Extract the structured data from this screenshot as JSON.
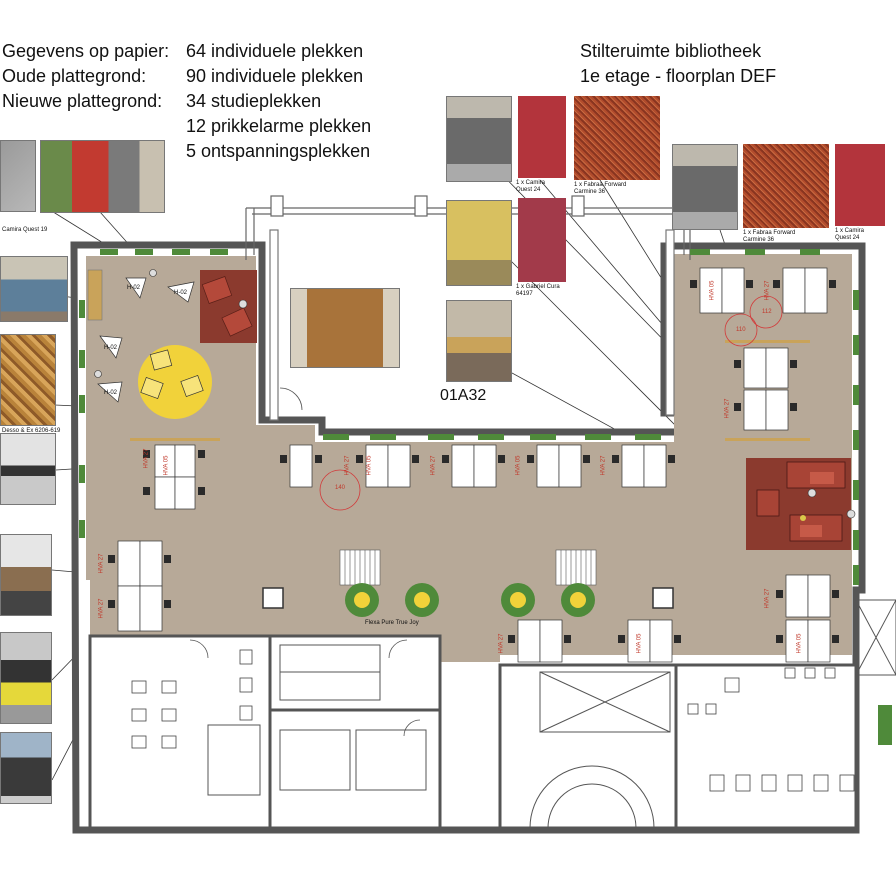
{
  "header": {
    "left_labels": [
      "Gegevens op papier:",
      "Oude plattegrond:",
      "Nieuwe plattegrond:"
    ],
    "left_values": [
      "64 individuele plekken",
      "90 individuele plekken",
      "34 studieplekken",
      "12 prikkelarme plekken",
      "5 ontspanningsplekken"
    ],
    "right_title": "Stilteruimte bibliotheek",
    "right_subtitle": "1e etage - floorplan DEF"
  },
  "swatches": {
    "camira_quest_left": "Camira Quest 19",
    "desso": "Desso & Ex 6206-619",
    "camira_quest_24_a": "1 x Camira\nQuest 24",
    "fabraa_forward_a": "1 x Fabraa Forward\nCarmine 36",
    "gabriel_cura": "1 x Gabriel Cura\n64197",
    "fabraa_forward_b": "1 x Fabraa Forward\nCarmine 36",
    "camira_quest_24_b": "1 x Camira\nQuest 24"
  },
  "plan": {
    "room_code": "01A32",
    "planter_label": "Flexa Pure True Joy",
    "chair_labels": [
      "H-02",
      "H-02",
      "H-02",
      "H-02"
    ],
    "circle_labels": [
      "140",
      "110",
      "112"
    ],
    "desk_codes": [
      "HVA 27",
      "HVA 05"
    ]
  },
  "colors": {
    "floor": "#b7a998",
    "wall": "#8a8a8a",
    "lounge": "#8b3a2e",
    "yellow": "#f1d23a",
    "swatch_red": "#b3343c",
    "swatch_orange": "#b14b2c",
    "planter": "#4f8a3a"
  }
}
